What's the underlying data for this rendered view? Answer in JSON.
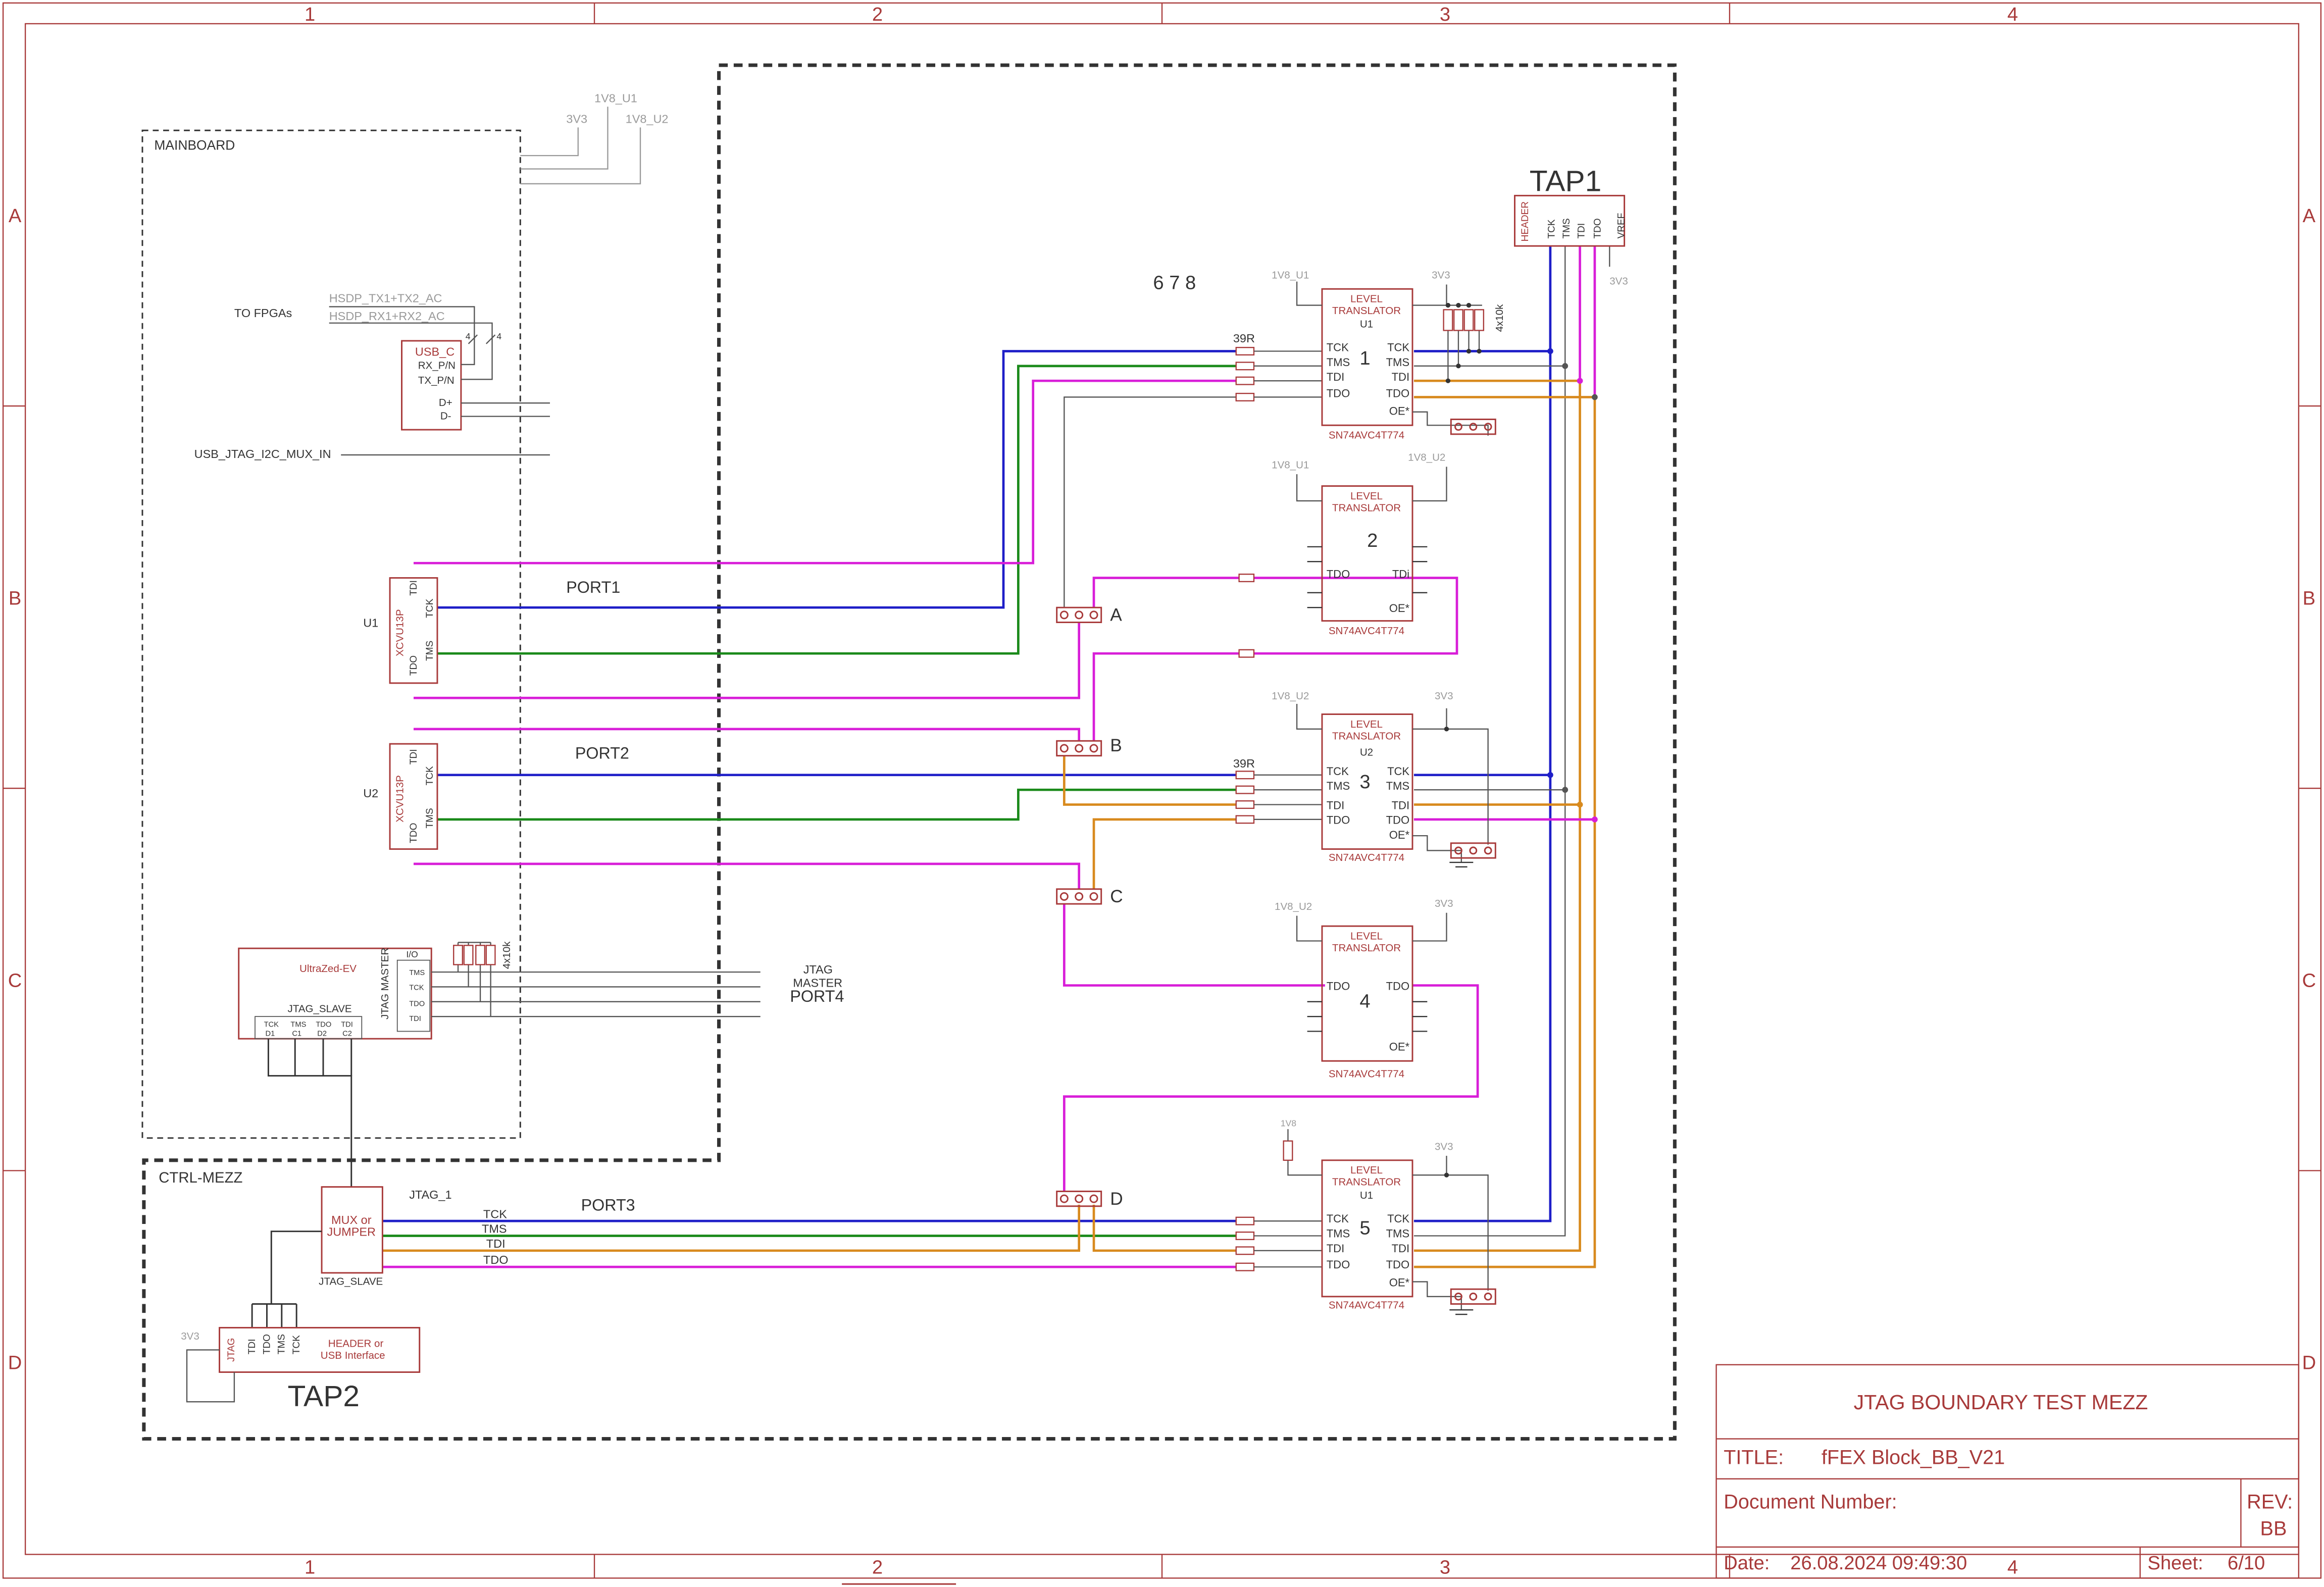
{
  "frame": {
    "cols": [
      "1",
      "2",
      "3",
      "4"
    ],
    "rows": [
      "A",
      "B",
      "C",
      "D"
    ]
  },
  "titleblock": {
    "heading": "JTAG BOUNDARY TEST MEZZ",
    "title_label": "TITLE:",
    "title_value": "fFEX Block_BB_V21",
    "docnum_label": "Document Number:",
    "rev_label": "REV:",
    "rev_value": "BB",
    "date_label": "Date:",
    "date_value": "26.08.2024 09:49:30",
    "sheet_label": "Sheet:",
    "sheet_value": "6/10"
  },
  "regions": {
    "mainboard": "MAINBOARD",
    "ctrl_mezz": "CTRL-MEZZ"
  },
  "power": {
    "v3v3": "3V3",
    "v1v8_u1": "1V8_U1",
    "v1v8_u2": "1V8_U2",
    "v1v8": "1V8"
  },
  "nets": {
    "tck": "TCK",
    "tms": "TMS",
    "tdi": "TDI",
    "tdo": "TDO",
    "tdi_alt": "TDi",
    "oe": "OE*",
    "io": "I/O",
    "d_plus": "D+",
    "d_minus": "D-",
    "rx_pn": "RX_P/N",
    "tx_pn": "TX_P/N"
  },
  "mainboard": {
    "to_fpgas": "TO FPGAs",
    "hsdp_tx": "HSDP_TX1+TX2_AC",
    "hsdp_rx": "HSDP_RX1+RX2_AC",
    "bus_width": "4",
    "usb_c": "USB_C",
    "usb_jtag_mux": "USB_JTAG_I2C_MUX_IN",
    "fpga_part": "XCVU13P",
    "u1": "U1",
    "u2": "U2",
    "port1": "PORT1",
    "port2": "PORT2",
    "ultrazed": "UltraZed-EV",
    "jtag_master_v": "JTAG MASTER",
    "jtag_slave": "JTAG_SLAVE",
    "slave_pins": [
      "TCK",
      "TMS",
      "TDO",
      "TDI"
    ],
    "slave_ids": [
      "D1",
      "C1",
      "D2",
      "C2"
    ],
    "res_4x10k": "4x10k",
    "jtag_master_lbl": "JTAG",
    "master_lbl": "MASTER",
    "port4": "PORT4"
  },
  "translators": {
    "lt_line1": "LEVEL",
    "lt_line2": "TRANSLATOR",
    "part": "SN74AVC4T774",
    "u1": "U1",
    "u2": "U2",
    "res_39r": "39R",
    "res_4x10k": "4x10k",
    "numbers": [
      "1",
      "2",
      "3",
      "4",
      "5"
    ],
    "stray": "6 7 8"
  },
  "jumpers": [
    "A",
    "B",
    "C",
    "D"
  ],
  "tap1": {
    "name": "TAP1",
    "pins": [
      "HEADER",
      "TCK",
      "TMS",
      "TDI",
      "TDO",
      "VREF"
    ]
  },
  "ctrl": {
    "mux_line1": "MUX or",
    "mux_line2": "JUMPER",
    "jtag_1": "JTAG_1",
    "jtag_slave": "JTAG_SLAVE",
    "port3": "PORT3",
    "tap2": "TAP2",
    "tap2_pins": [
      "JTAG",
      "TDI",
      "TDO",
      "TMS",
      "TCK"
    ],
    "tap2_desc1": "HEADER or",
    "tap2_desc2": "USB Interface"
  },
  "colors": {
    "frame": "#a83a3a",
    "part": "#a83a3a",
    "power": "#9a9a9a",
    "tck": "#1e1ec8",
    "tms": "#1a8a1a",
    "tdi": "#d81ed8",
    "tdo": "#d88a1e",
    "wire": "#555555"
  }
}
